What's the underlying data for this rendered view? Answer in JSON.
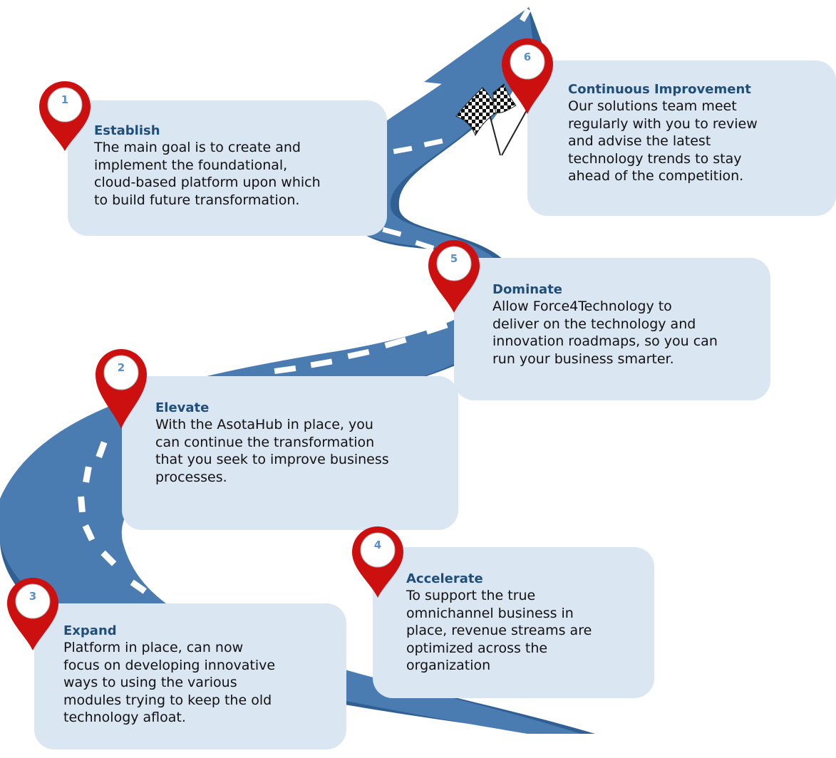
{
  "colors": {
    "road": "#4a7cb2",
    "road_dark": "#2f5f93",
    "card_bg": "#dbe6f3",
    "title": "#1f4e79",
    "pin_red": "#cc1010",
    "pin_num": "#5b8fcb"
  },
  "icons": {
    "pin": "map-pin-icon",
    "flag": "checkered-flag-icon",
    "arrow": "arrow-up-right-icon"
  },
  "steps": [
    {
      "number": "1",
      "title": "Establish",
      "description": "The main goal is to create and\nimplement the foundational,\ncloud-based platform upon which\nto build future transformation."
    },
    {
      "number": "2",
      "title": "Elevate",
      "description": "With the AsotaHub in place, you\ncan continue the transformation\nthat you seek to improve business\nprocesses."
    },
    {
      "number": "3",
      "title": "Expand",
      "description": "Platform in place, can now\nfocus on developing innovative\nways to using the various\nmodules trying to keep the old\ntechnology afloat."
    },
    {
      "number": "4",
      "title": "Accelerate",
      "description": "To support the true\nomnichannel business in\nplace, revenue streams are\noptimized across the\norganization"
    },
    {
      "number": "5",
      "title": "Dominate",
      "description": "Allow Force4Technology to\ndeliver on the technology and\ninnovation roadmaps, so you can\nrun your business smarter."
    },
    {
      "number": "6",
      "title": "Continuous Improvement",
      "description": "Our solutions team meet\nregularly with you to review\nand advise the latest\ntechnology trends to stay\nahead of the competition."
    }
  ]
}
